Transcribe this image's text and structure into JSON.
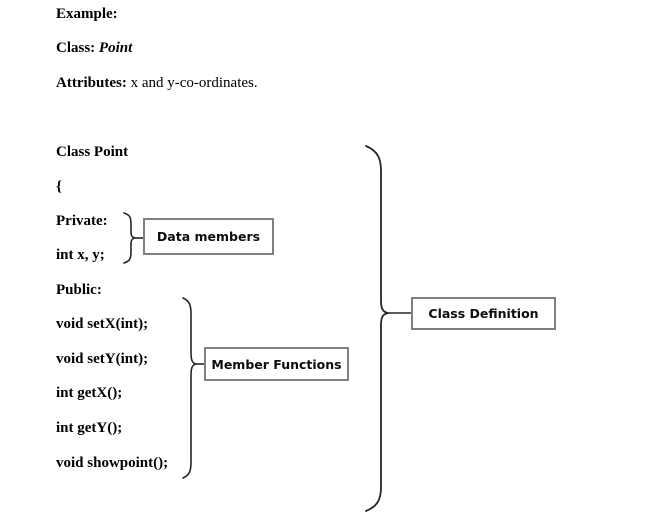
{
  "document": {
    "background_color": "#ffffff",
    "text_color": "#000000",
    "box_border_color": "#808080",
    "brace_color": "#262626"
  },
  "intro": {
    "example_label": "Example:",
    "class_label": "Class:",
    "class_name": "Point",
    "attributes_label": "Attributes:",
    "attributes_value": "x and y-co-ordinates."
  },
  "code": {
    "lines": [
      "Class Point",
      "{",
      "Private:",
      "int x, y;",
      "Public:",
      "void setX(int);",
      "void setY(int);",
      "int getX();",
      "int getY();",
      "void showpoint();"
    ]
  },
  "callouts": {
    "data_members": "Data members",
    "member_functions": "Member Functions",
    "class_definition": "Class Definition"
  }
}
